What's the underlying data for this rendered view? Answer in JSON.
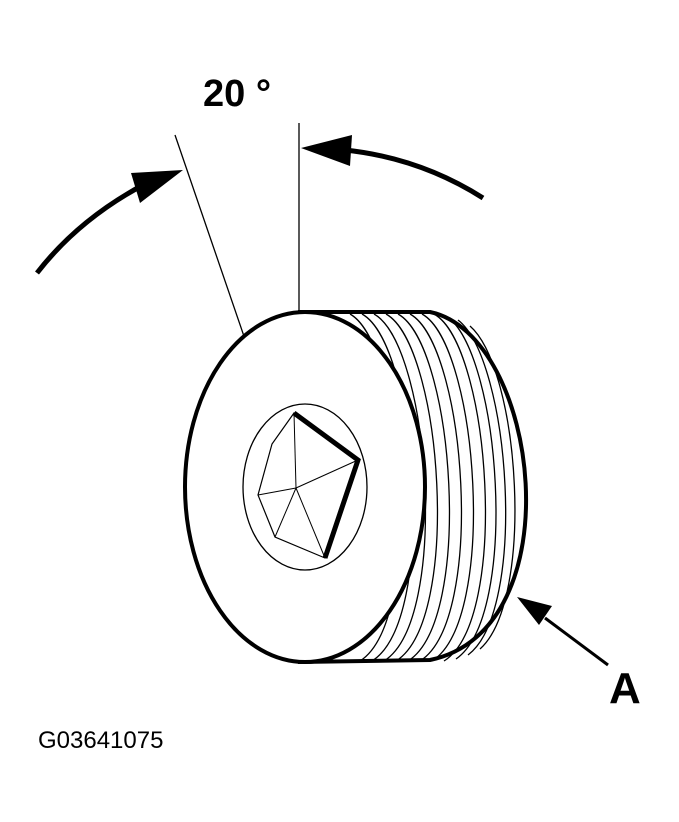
{
  "figure": {
    "angle_label": "20 °",
    "callout_letter": "A",
    "figure_code": "G03641075",
    "ink_color": "#000000",
    "background": "#ffffff"
  }
}
